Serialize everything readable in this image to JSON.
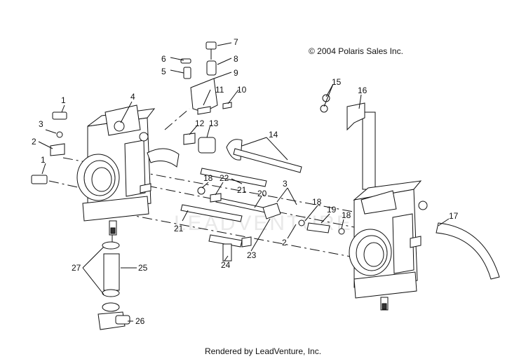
{
  "copyright": "© 2004 Polaris Sales Inc.",
  "footer": "Rendered by LeadVenture, Inc.",
  "watermark": "LEADVENTURE",
  "callouts": {
    "c1a": "1",
    "c1b": "1",
    "c2a": "2",
    "c2b": "2",
    "c3a": "3",
    "c3b": "3",
    "c4": "4",
    "c5": "5",
    "c6": "6",
    "c7": "7",
    "c8": "8",
    "c9": "9",
    "c10": "10",
    "c11": "11",
    "c12": "12",
    "c13": "13",
    "c14": "14",
    "c15": "15",
    "c16": "16",
    "c17": "17",
    "c18a": "18",
    "c18b": "18",
    "c18c": "18",
    "c19": "19",
    "c20": "20",
    "c21a": "21",
    "c21b": "21",
    "c22": "22",
    "c23": "23",
    "c24": "24",
    "c25": "25",
    "c26": "26",
    "c27": "27"
  }
}
